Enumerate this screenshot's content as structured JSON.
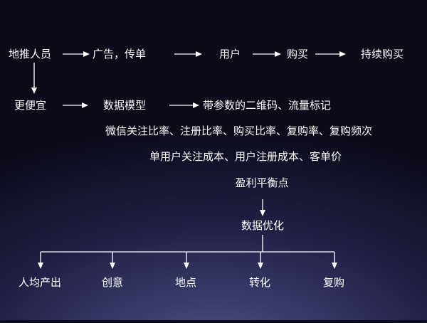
{
  "flow": {
    "n1": "地推人员",
    "n2": "广告，传单",
    "n3": "用户",
    "n4": "购买",
    "n5": "持续购买"
  },
  "row2": {
    "n1": "更便宜",
    "n2": "数据模型",
    "n3": "带参数的二维码、流量标记"
  },
  "metrics": {
    "rates": "微信关注比率、注册比率、购买比率、复购率、复购频次",
    "costs": "单用户关注成本、用户注册成本、客单价"
  },
  "breakeven": "盈利平衡点",
  "optimize": "数据优化",
  "branches": [
    "人均产出",
    "创意",
    "地点",
    "转化",
    "复购"
  ]
}
